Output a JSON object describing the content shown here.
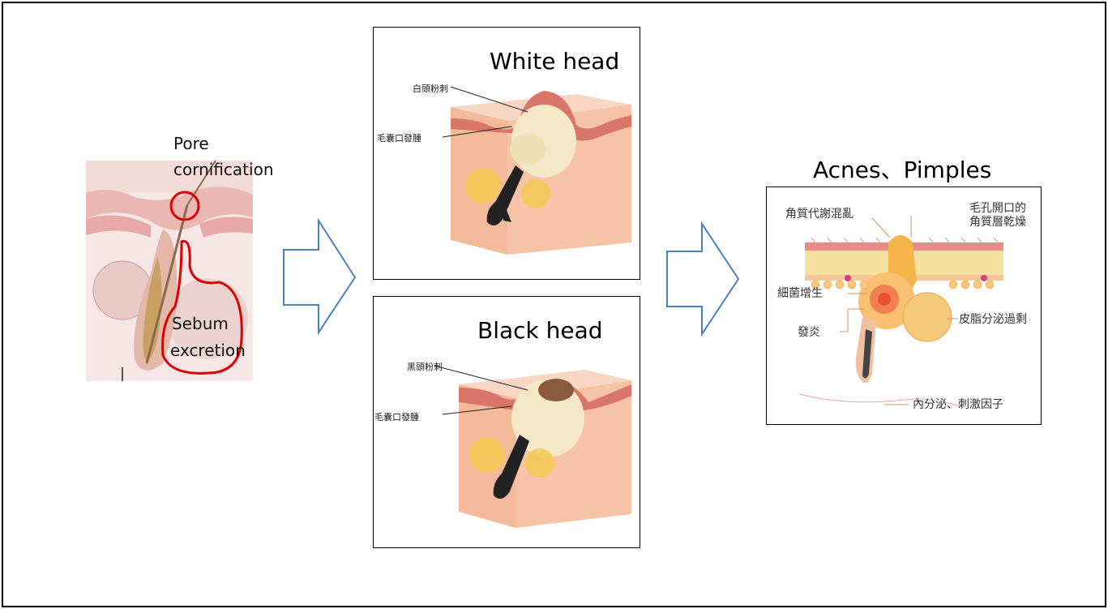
{
  "left_panel": {
    "pore_label_line1": "Pore",
    "pore_label_line2": "cornification",
    "sebum_label_line1": "Sebum",
    "sebum_label_line2": "excretion"
  },
  "white_head": {
    "title": "White head",
    "label_top": "白頭粉刺",
    "label_side": "毛囊口發腫"
  },
  "black_head": {
    "title": "Black head",
    "label_top": "黑頭粉刺",
    "label_side": "毛囊口發腫"
  },
  "acne": {
    "title": "Acnes、Pimples",
    "label_keratin": "角質代謝混亂",
    "label_pore_line1": "毛孔開口的",
    "label_pore_line2": "角質層乾燥",
    "label_bacteria": "細菌增生",
    "label_sebum": "皮脂分泌過剩",
    "label_inflammation": "發炎",
    "label_endocrine": "內分泌、刺激因子"
  },
  "colors": {
    "arrow_stroke": "#4a7fc0",
    "highlight_red": "#e00000",
    "skin": "#f3c4a8",
    "skin_dark": "#d9766a"
  }
}
